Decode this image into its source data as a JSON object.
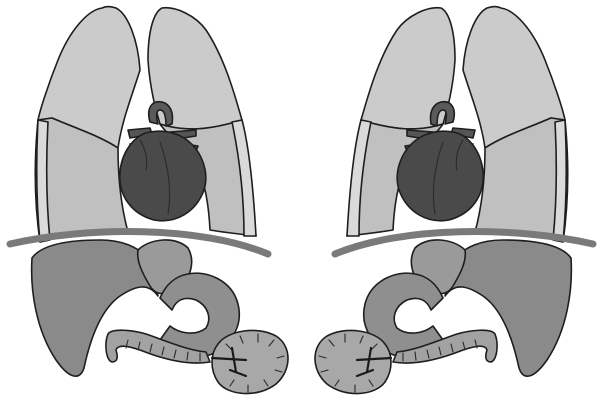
{
  "figures": [
    {
      "id": "left",
      "orientation": "normal"
    },
    {
      "id": "right",
      "orientation": "mirrored"
    }
  ],
  "colors": {
    "background": "#ffffff",
    "outline": "#1e1e1e",
    "lung": "#c9c9c9",
    "lung_lower": "#bdbdbd",
    "heart": "#4a4a4a",
    "vessel": "#555555",
    "diaphragm": "#7a7a7a",
    "liver": "#8a8a8a",
    "stomach": "#8f8f8f",
    "spleen": "#a9a9a9",
    "intestine": "#a2a2a2"
  }
}
